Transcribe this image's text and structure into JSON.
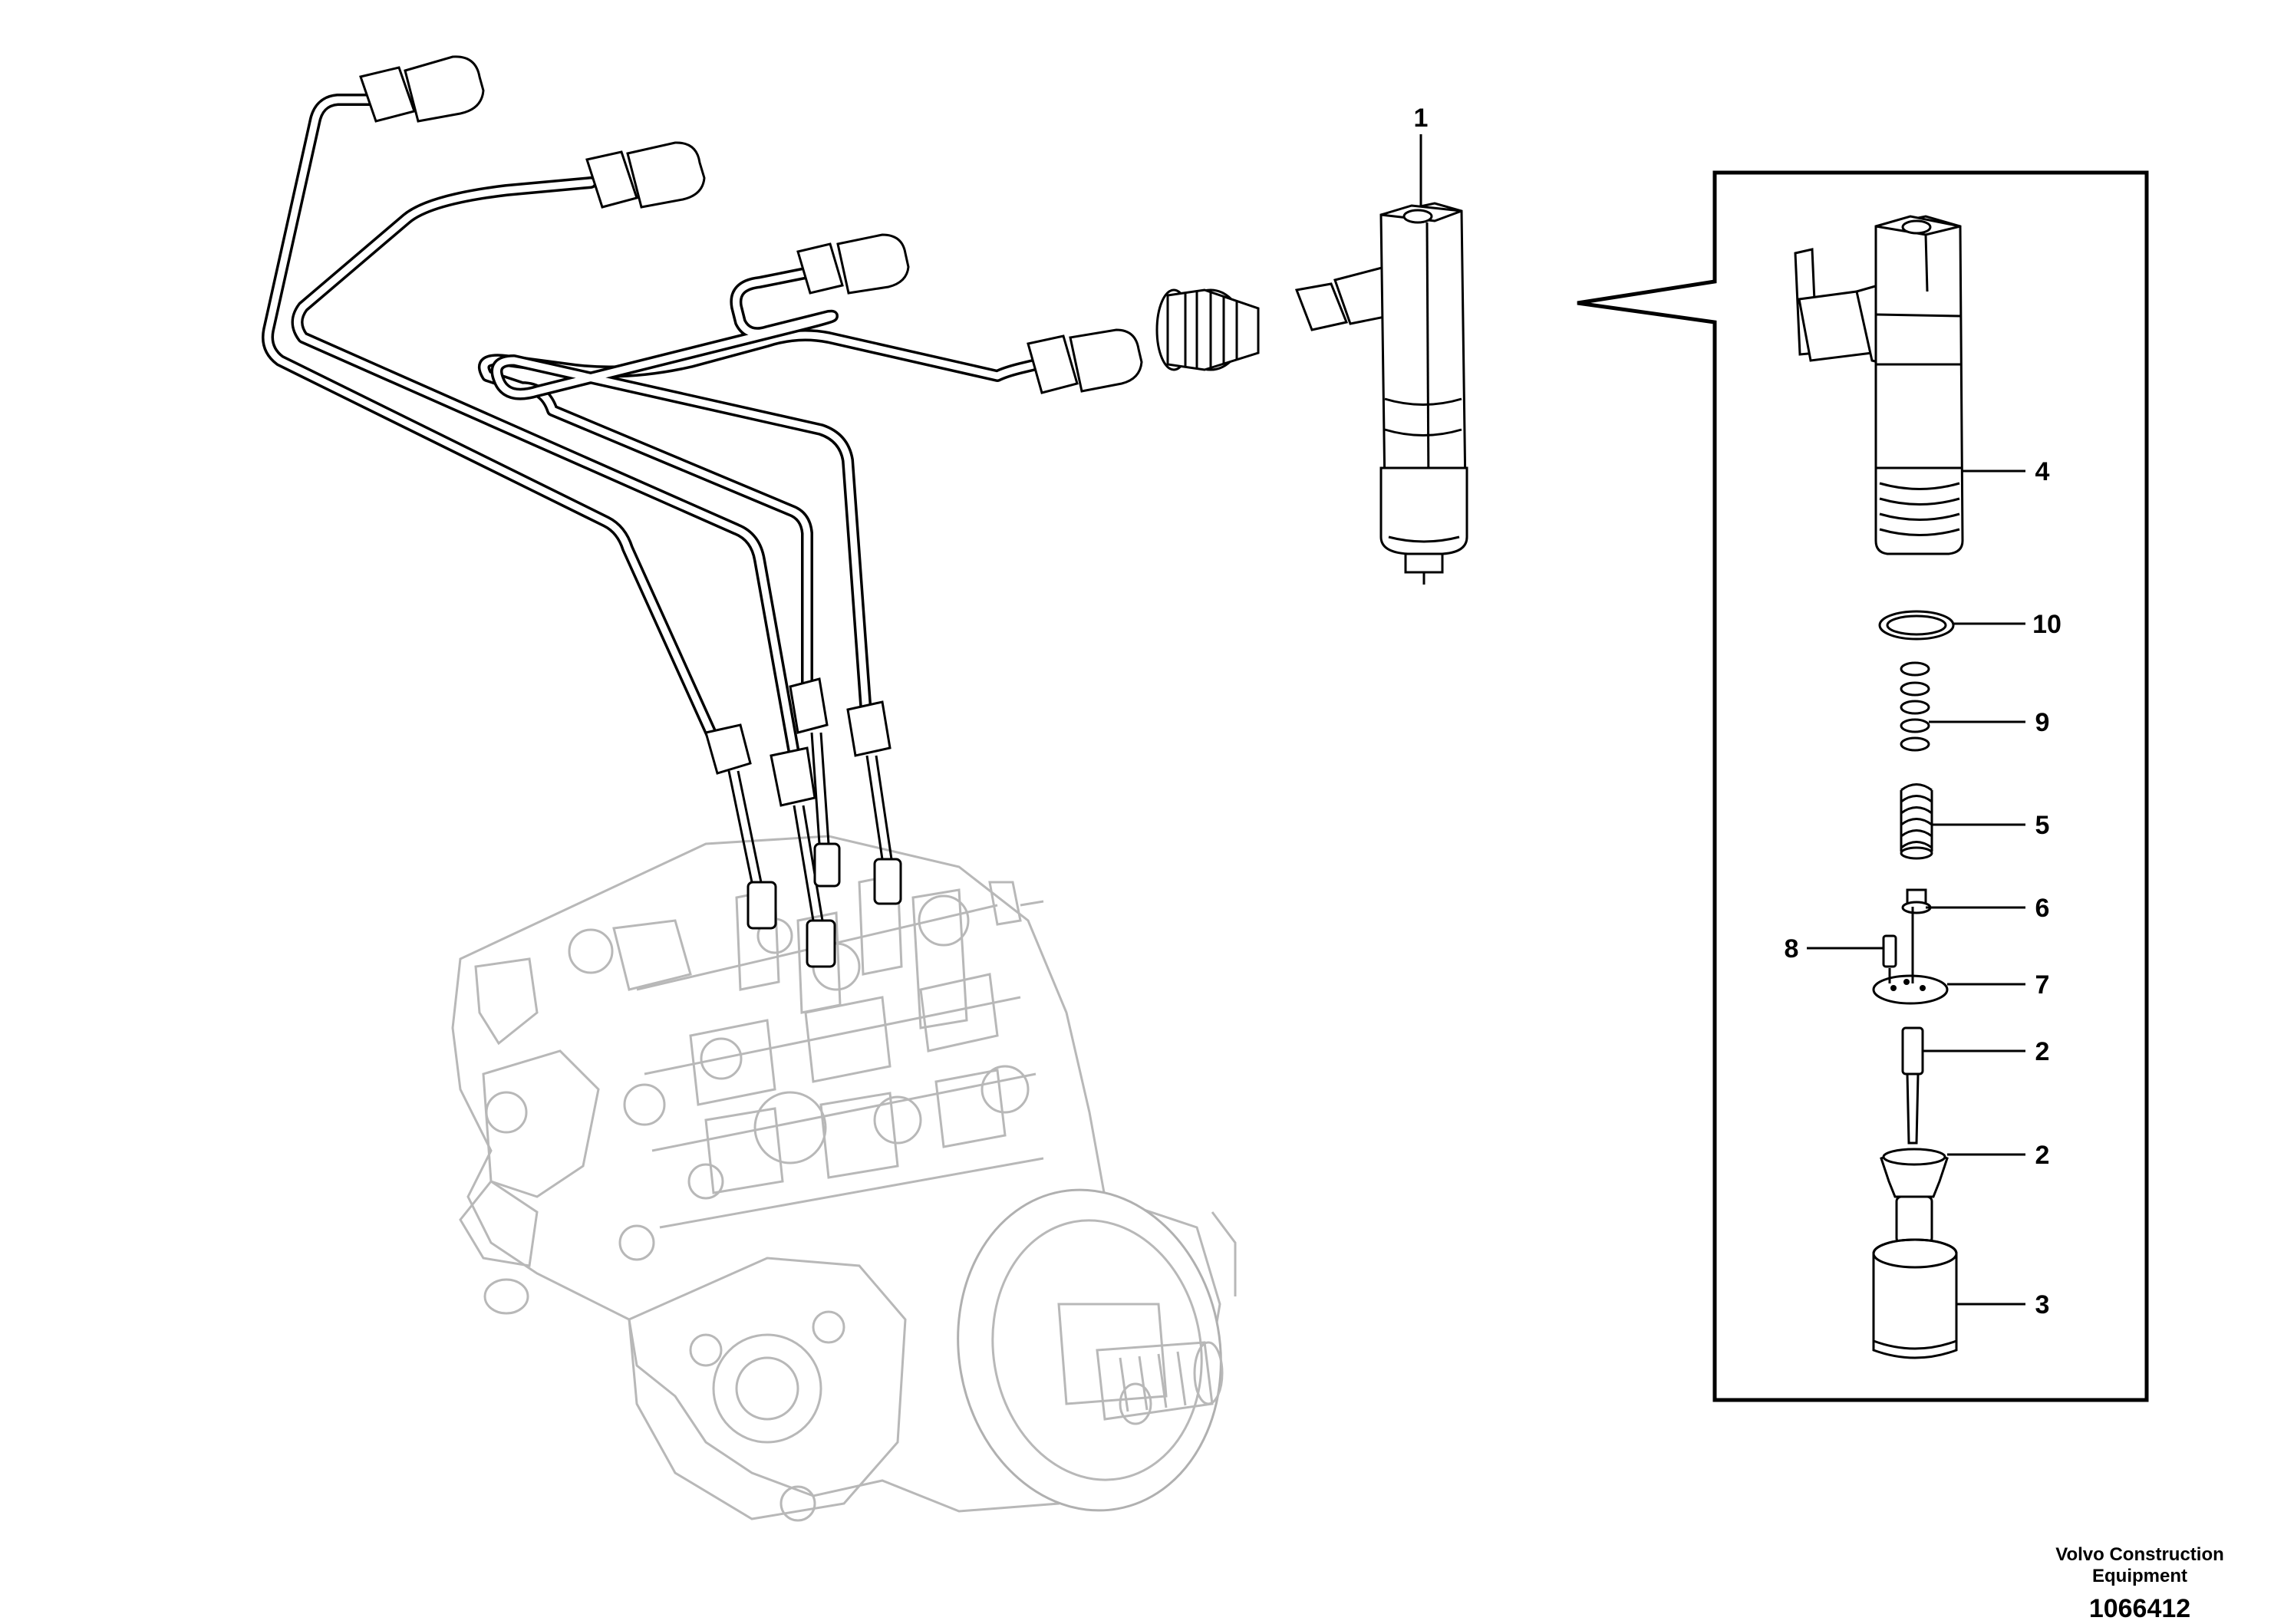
{
  "callouts": {
    "c1": "1",
    "c4": "4",
    "c10": "10",
    "c9": "9",
    "c5": "5",
    "c6": "6",
    "c8": "8",
    "c7": "7",
    "c2a": "2",
    "c2b": "2",
    "c3": "3"
  },
  "brand": {
    "line1": "Volvo Construction",
    "line2": "Equipment"
  },
  "drawing_number": "1066412"
}
